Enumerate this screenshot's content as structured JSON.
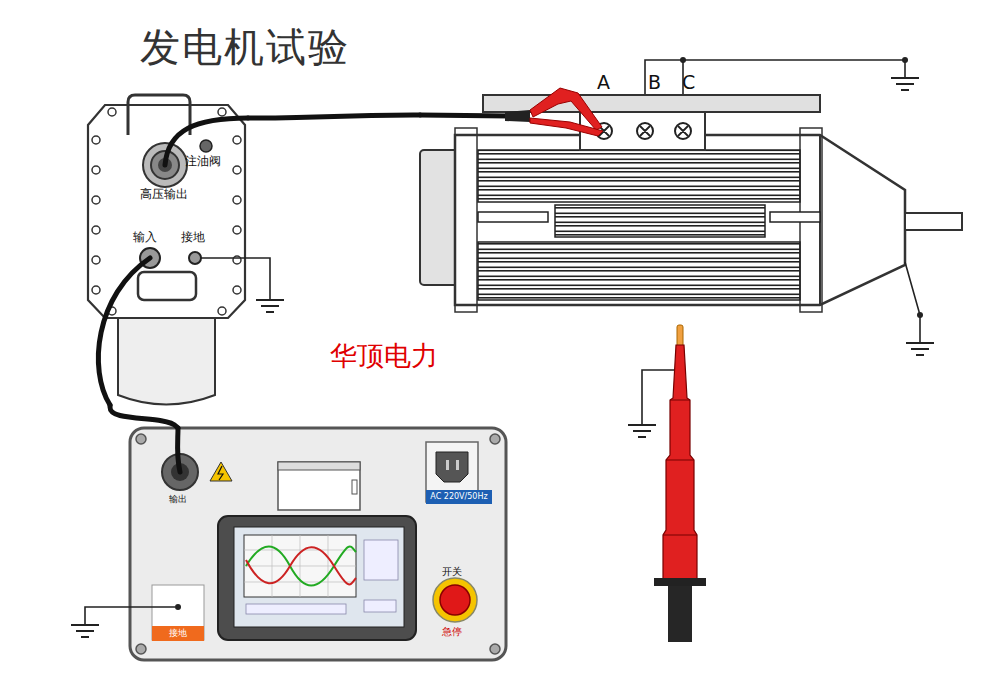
{
  "diagram": {
    "title": "发电机试验",
    "nodes": [
      {
        "text": [
          "注油阀",
          "高压输出",
          "输入",
          "接地"
        ]
      },
      {
        "text": [
          "A",
          "B",
          "C"
        ]
      },
      {
        "text": [
          "输出",
          "开关",
          "急停"
        ]
      },
      {
        "text": [
          "AC 220V/50Hz"
        ],
        "in": 2
      },
      {
        "text": [
          "接地"
        ],
        "in": 2
      }
    ],
    "edges": [
      {
        "from": 2,
        "to": 0,
        "arrow": "none"
      },
      {
        "from": 0,
        "to": 1,
        "arrow": "none"
      }
    ],
    "labels": [
      "华顶电力"
    ]
  }
}
